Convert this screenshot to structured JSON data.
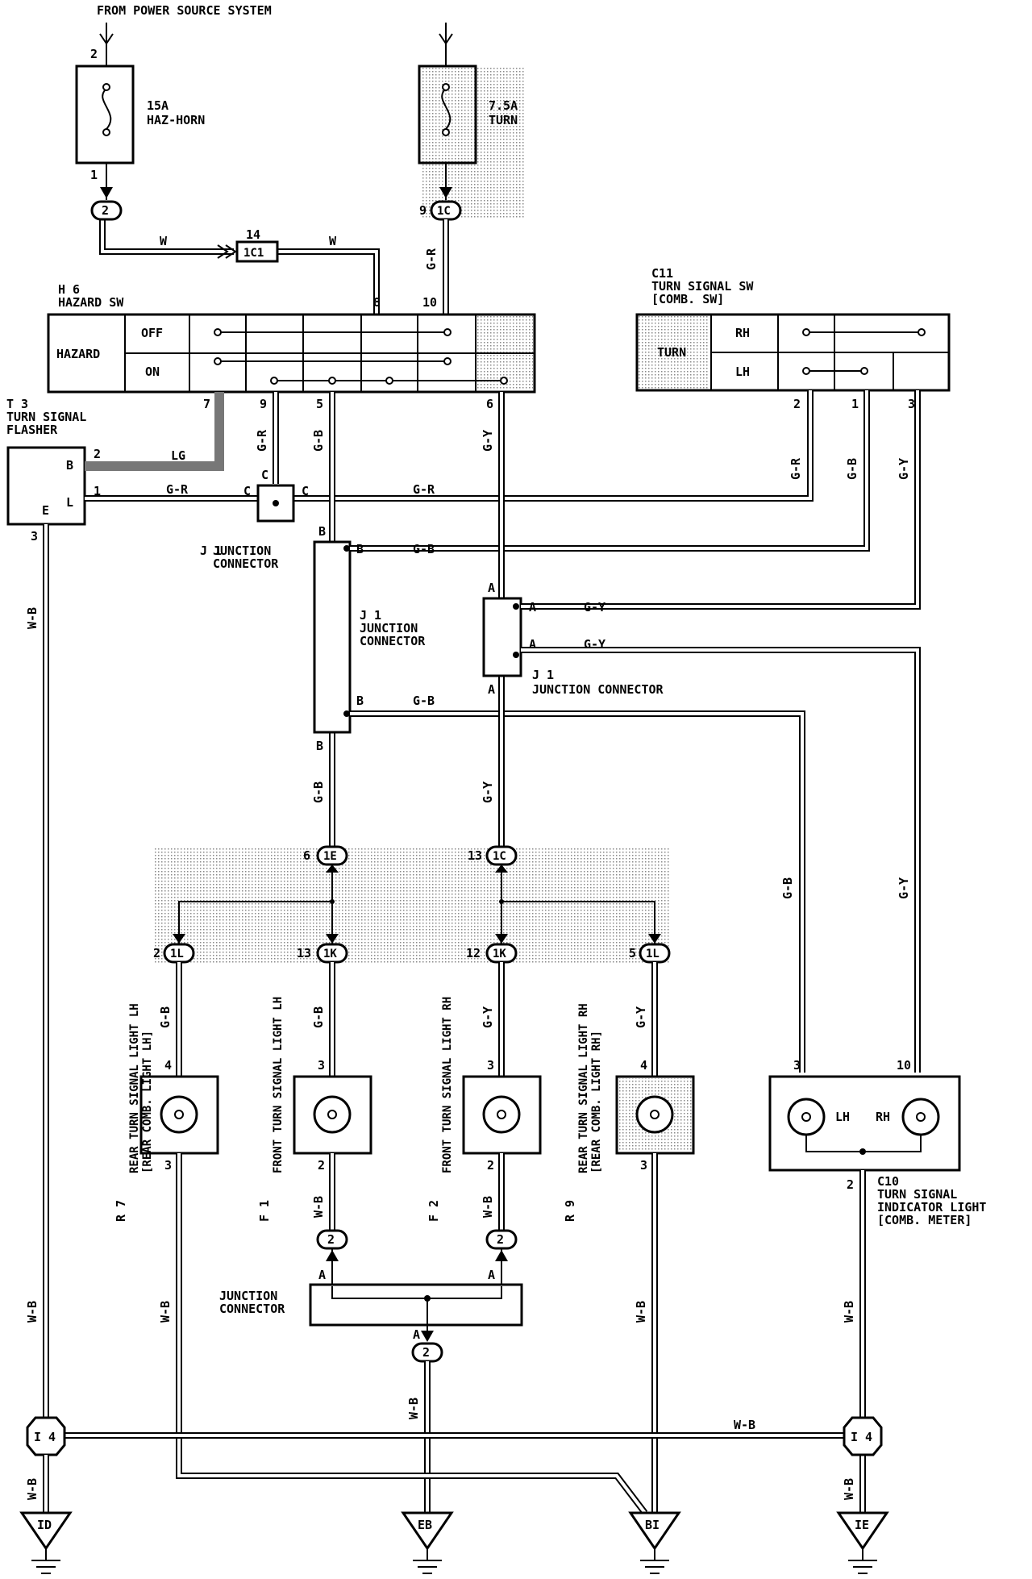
{
  "header": {
    "source": "FROM POWER SOURCE SYSTEM"
  },
  "fuses": [
    {
      "pin_top": "2",
      "pin_bottom": "1",
      "rating": "15A",
      "name": "HAZ-HORN"
    },
    {
      "rating": "7.5A",
      "name": "TURN"
    }
  ],
  "connectors": {
    "c2a": "2",
    "c1c_pin": "9",
    "c1c": "1C",
    "ic1_pin": "14",
    "ic1": "1C1",
    "c1e_pin": "6",
    "c1e": "1E",
    "c1c2_pin": "13",
    "c1c2": "1C",
    "c1l_a_pin": "2",
    "c1l_a": "1L",
    "c1k_a_pin": "13",
    "c1k_a": "1K",
    "c1k_b_pin": "12",
    "c1k_b": "1K",
    "c1l_b_pin": "5",
    "c1l_b": "1L",
    "c2b": "2",
    "c2c": "2",
    "c2d": "2",
    "i4": "I 4",
    "ground_id": "ID",
    "ground_eb": "EB",
    "ground_bi": "BI",
    "ground_ie": "IE"
  },
  "hazard_sw": {
    "code": "H 6",
    "title": "HAZARD SW",
    "label": "HAZARD",
    "off": "OFF",
    "on": "ON",
    "pin8": "8",
    "pin10": "10",
    "pin7": "7",
    "pin9": "9",
    "pin5": "5",
    "pin6": "6"
  },
  "turn_sw": {
    "code": "C11",
    "title": "TURN SIGNAL SW",
    "sub": "[COMB. SW]",
    "label": "TURN",
    "rh": "RH",
    "lh": "LH",
    "pin2": "2",
    "pin1": "1",
    "pin3": "3"
  },
  "flasher": {
    "code": "T 3",
    "title1": "TURN SIGNAL",
    "title2": "FLASHER",
    "b": "B",
    "l": "L",
    "e": "E",
    "pin2": "2",
    "pin1": "1",
    "pin3": "3"
  },
  "junctions": {
    "jc_label1": "J 1",
    "jc_label2": "JUNCTION",
    "jc_label3": "CONNECTOR",
    "jc_mid1": "J 1",
    "jc_mid2": "JUNCTION",
    "jc_mid3": "CONNECTOR",
    "jc_right1": "J 1",
    "jc_right2": "JUNCTION CONNECTOR",
    "jc_bottom1": "JUNCTION",
    "jc_bottom2": "CONNECTOR",
    "c": "C",
    "b": "B",
    "a": "A"
  },
  "wires": {
    "w": "W",
    "gr": "G-R",
    "lg": "LG",
    "gb": "G-B",
    "gy": "G-Y",
    "wb": "W-B"
  },
  "lamps": {
    "r7_code": "R 7",
    "r7_1": "REAR TURN SIGNAL LIGHT LH",
    "r7_2": "[REAR COMB. LIGHT LH]",
    "f1_code": "F 1",
    "f1_1": "FRONT TURN SIGNAL LIGHT LH",
    "f2_code": "F 2",
    "f2_1": "FRONT TURN SIGNAL LIGHT RH",
    "r9_code": "R 9",
    "r9_1": "REAR TURN SIGNAL LIGHT RH",
    "r9_2": "[REAR COMB. LIGHT RH]",
    "pin4": "4",
    "pin3": "3",
    "pin2": "2",
    "pin10": "10"
  },
  "indicator": {
    "code": "C10",
    "t1": "TURN SIGNAL",
    "t2": "INDICATOR LIGHT",
    "t3": "[COMB. METER]",
    "lh": "LH",
    "rh": "RH",
    "pin3": "3",
    "pin10": "10",
    "pin2": "2"
  }
}
